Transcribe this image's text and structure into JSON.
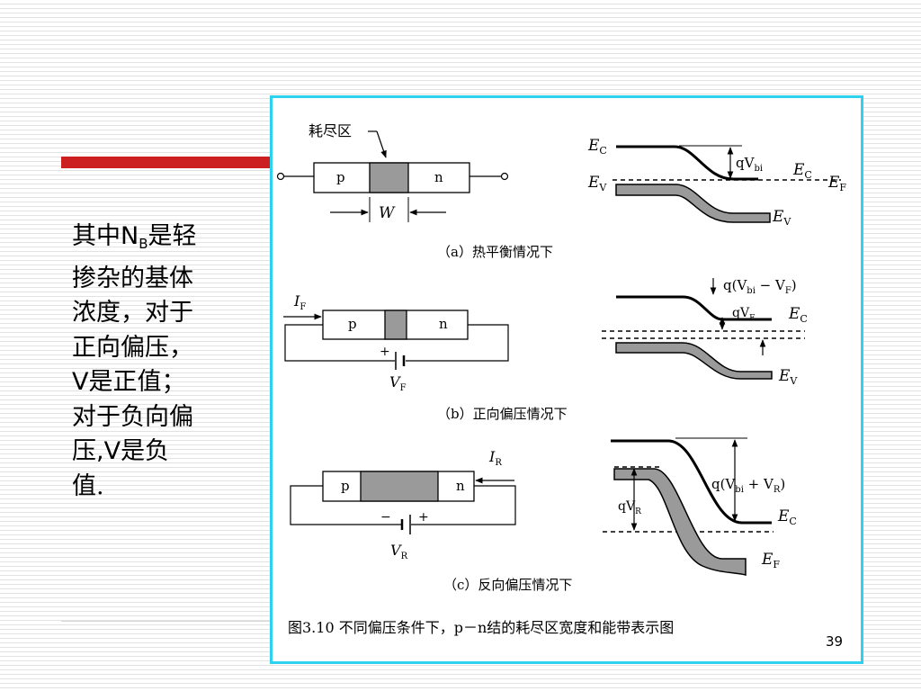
{
  "slide": {
    "page_number": "39",
    "text": {
      "line1_pre": "其中",
      "line1_N": "N",
      "line1_sub": "B",
      "line1_post": "是轻",
      "line2": "掺杂的基体",
      "line3": "浓度，对于",
      "line4": "正向偏压，",
      "line5_V": "V",
      "line5_rest": "是正值；",
      "line6": "对于负向偏",
      "line7_pre": "压",
      "line7_mid": ",V",
      "line7_post": "是负",
      "line8": "值."
    }
  },
  "figure": {
    "caption": "图3.10 不同偏压条件下，p－n结的耗尽区宽度和能带表示图",
    "panel_a": {
      "depletion_label": "耗尽区",
      "p": "p",
      "n": "n",
      "width_label": "W",
      "subcaption": "（a）热平衡情况下",
      "Ec_left": "E",
      "Ec_left_sub": "C",
      "Ev_left": "E",
      "Ev_left_sub": "V",
      "qVbi": "qV",
      "qVbi_sub": "bi",
      "Ec_right": "E",
      "Ec_right_sub": "C",
      "Ef_right": "E",
      "Ef_right_sub": "F",
      "Ev_right": "E",
      "Ev_right_sub": "V"
    },
    "panel_b": {
      "current_label": "I",
      "current_sub": "F",
      "p": "p",
      "n": "n",
      "battery_plus": "+",
      "voltage_label": "V",
      "voltage_sub": "F",
      "subcaption": "（b）正向偏压情况下",
      "barrier_label": "q(V",
      "barrier_sub1": "bi",
      "barrier_mid": " − V",
      "barrier_sub2": "F",
      "barrier_end": ")",
      "qVf": "qV",
      "qVf_sub": "F",
      "Ec": "E",
      "Ec_sub": "C",
      "Ev": "E",
      "Ev_sub": "V"
    },
    "panel_c": {
      "current_label": "I",
      "current_sub": "R",
      "p": "p",
      "n": "n",
      "battery_minus": "−",
      "battery_plus": "+",
      "voltage_label": "V",
      "voltage_sub": "R",
      "subcaption": "（c）反向偏压情况下",
      "barrier_label": "q(V",
      "barrier_sub1": "bi",
      "barrier_mid": " + V",
      "barrier_sub2": "R",
      "barrier_end": ")",
      "qVr": "qV",
      "qVr_sub": "R",
      "Ec": "E",
      "Ec_sub": "C",
      "Ef": "E",
      "Ef_sub": "F"
    }
  },
  "colors": {
    "red_bar": "#cc1f1f",
    "frame_border": "#2cd2ee",
    "band_fill": "#9a9a9a",
    "depletion_fill": "#9a9a9a"
  }
}
